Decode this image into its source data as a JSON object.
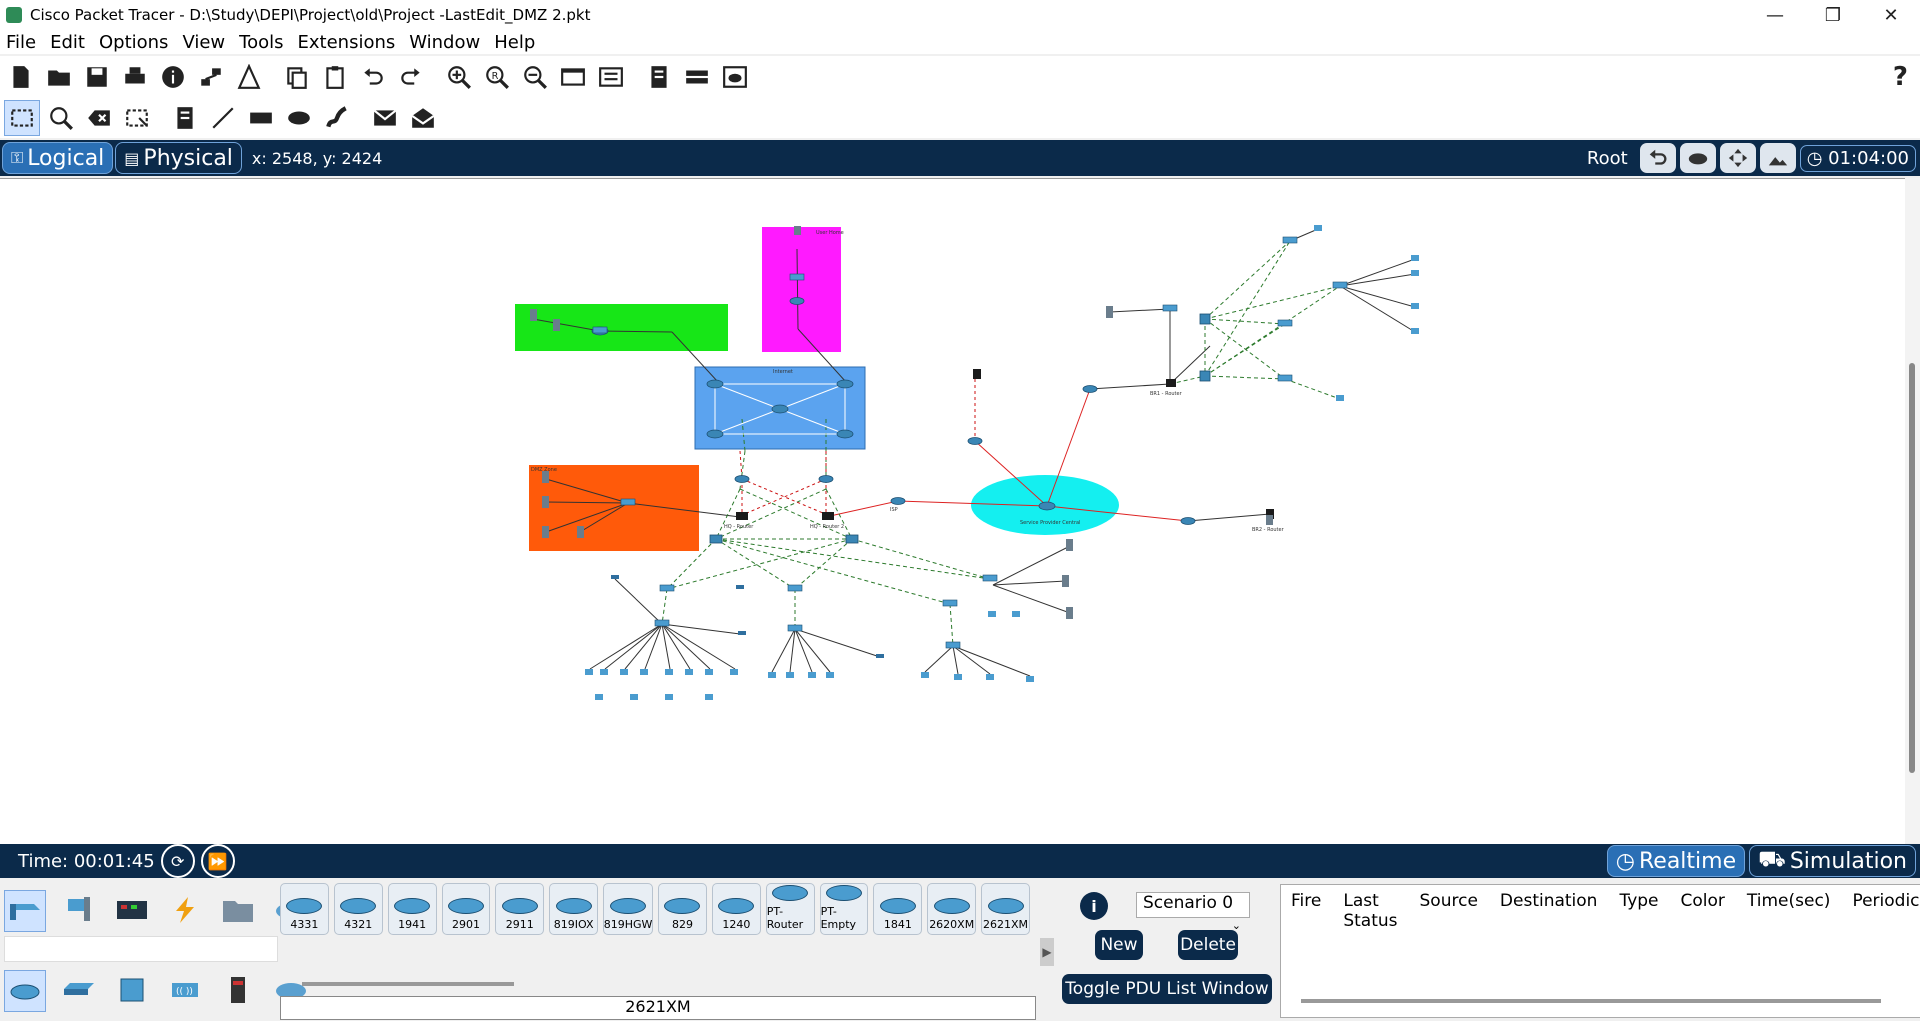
{
  "window": {
    "title": "Cisco Packet Tracer - D:\\Study\\DEPI\\Project\\old\\Project -LastEdit_DMZ 2.pkt"
  },
  "menu": [
    "File",
    "Edit",
    "Options",
    "View",
    "Tools",
    "Extensions",
    "Window",
    "Help"
  ],
  "help_icon": "?",
  "mode": {
    "logical_label": "Logical",
    "physical_label": "Physical",
    "coords": "x: 2548, y: 2424",
    "root_label": "Root",
    "clock": "01:04:00"
  },
  "canvas": {
    "zones": {
      "google": "",
      "blue_wan": "Internet",
      "dmz": "DMZ Zone",
      "magenta": "User Home"
    },
    "labels": {
      "cloud": "Service Provider Central",
      "isp": "ISP",
      "hq_r1": "HQ - Router",
      "hq_r2": "HQ - Router 2",
      "br1_router": "BR1 - Router",
      "br2_router": "BR2 - Router"
    }
  },
  "timebar": {
    "time": "Time: 00:01:45",
    "realtime_label": "Realtime",
    "simulation_label": "Simulation"
  },
  "devices": {
    "items": [
      "4331",
      "4321",
      "1941",
      "2901",
      "2911",
      "819IOX",
      "819HGW",
      "829",
      "1240",
      "PT-Router",
      "PT-Empty",
      "1841",
      "2620XM",
      "2621XM"
    ],
    "selected": "2621XM"
  },
  "scenario": {
    "selected": "Scenario 0",
    "new_label": "New",
    "delete_label": "Delete",
    "toggle_label": "Toggle PDU List Window"
  },
  "pdu_columns": [
    "Fire",
    "Last Status",
    "Source",
    "Destination",
    "Type",
    "Color",
    "Time(sec)",
    "Periodic"
  ],
  "colors": {
    "mode_bar": "#0b2a4a",
    "active_tab": "#2a6fb5",
    "google_zone": "#17e617",
    "wan_zone": "#5ba3ef",
    "dmz_zone": "#ff5a0a",
    "magenta_zone": "#ff1aff",
    "cloud": "#14eff0"
  }
}
